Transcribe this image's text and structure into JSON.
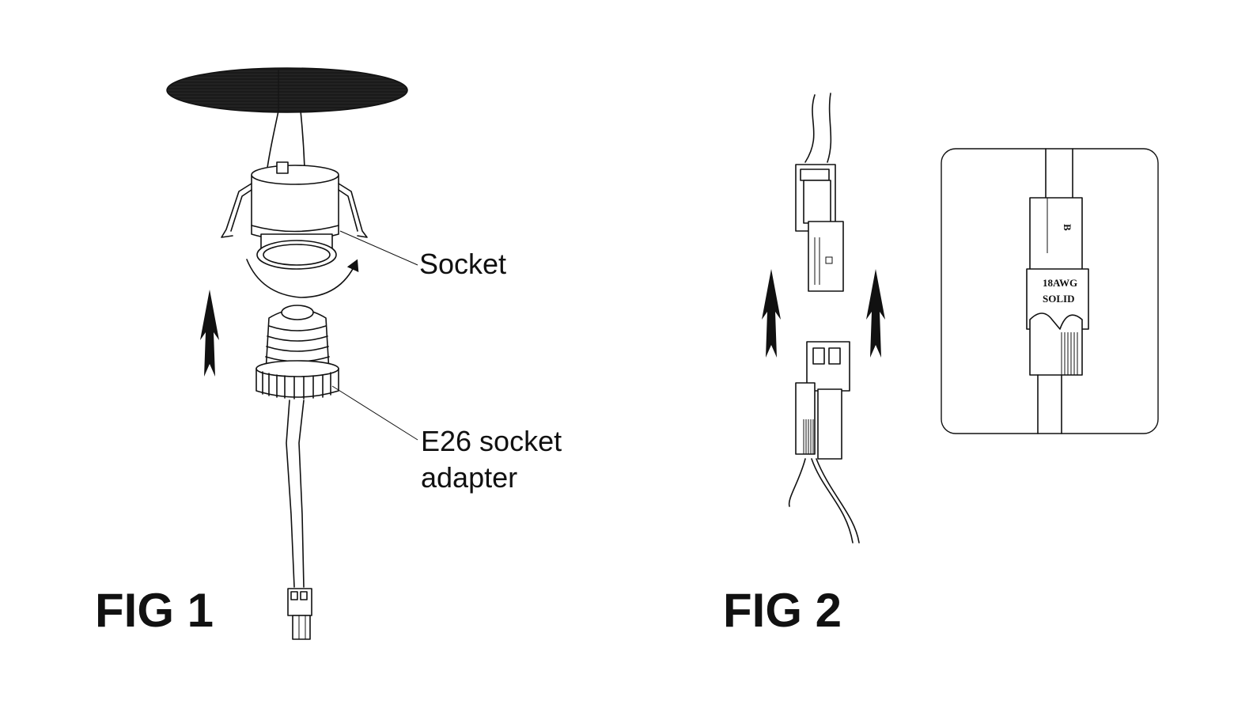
{
  "fig1": {
    "label": "FIG 1",
    "callouts": {
      "socket": "Socket",
      "adapter_line1": "E26 socket",
      "adapter_line2": "adapter"
    }
  },
  "fig2": {
    "label": "FIG 2",
    "inset": {
      "line1": "18AWG",
      "line2": "SOLID",
      "mark": "B"
    }
  },
  "colors": {
    "ink": "#111111",
    "background": "#ffffff"
  },
  "icons": [
    "up-arrow-icon",
    "rotate-arrow-icon"
  ]
}
